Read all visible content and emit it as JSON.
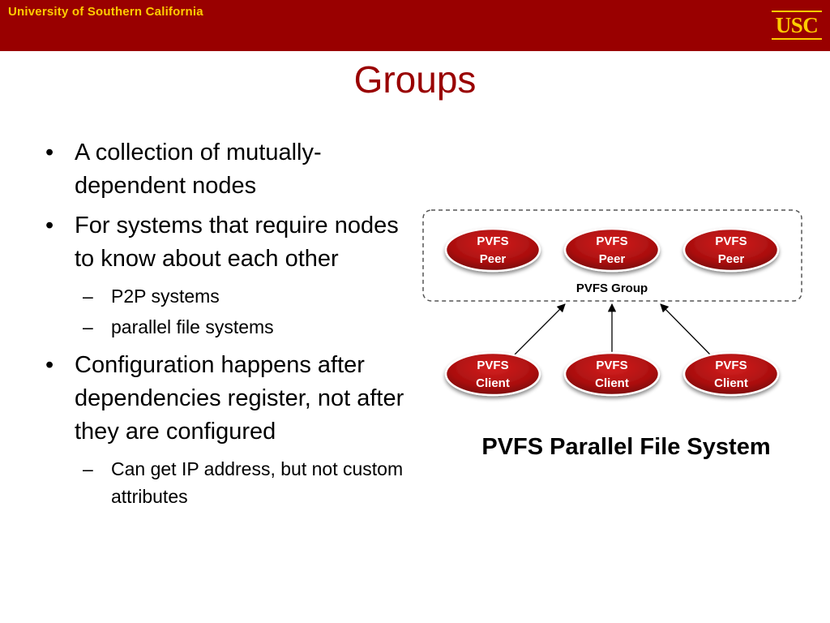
{
  "header": {
    "institution": "University of Southern California",
    "logo_text": "USC",
    "brand_color": "#990000",
    "accent_color": "#ffcc00"
  },
  "slide": {
    "title": "Groups",
    "bullets": [
      {
        "text": "A collection of mutually-dependent nodes",
        "subitems": []
      },
      {
        "text": "For systems that require nodes to know about each other",
        "subitems": [
          "P2P systems",
          "parallel file systems"
        ]
      },
      {
        "text": "Configuration happens after dependencies register, not after they are configured",
        "subitems": [
          "Can get IP address, but not custom attributes"
        ]
      }
    ]
  },
  "diagram": {
    "peers": [
      {
        "line1": "PVFS",
        "line2": "Peer"
      },
      {
        "line1": "PVFS",
        "line2": "Peer"
      },
      {
        "line1": "PVFS",
        "line2": "Peer"
      }
    ],
    "group_label": "PVFS Group",
    "clients": [
      {
        "line1": "PVFS",
        "line2": "Client"
      },
      {
        "line1": "PVFS",
        "line2": "Client"
      },
      {
        "line1": "PVFS",
        "line2": "Client"
      }
    ],
    "caption": "PVFS Parallel File System"
  }
}
